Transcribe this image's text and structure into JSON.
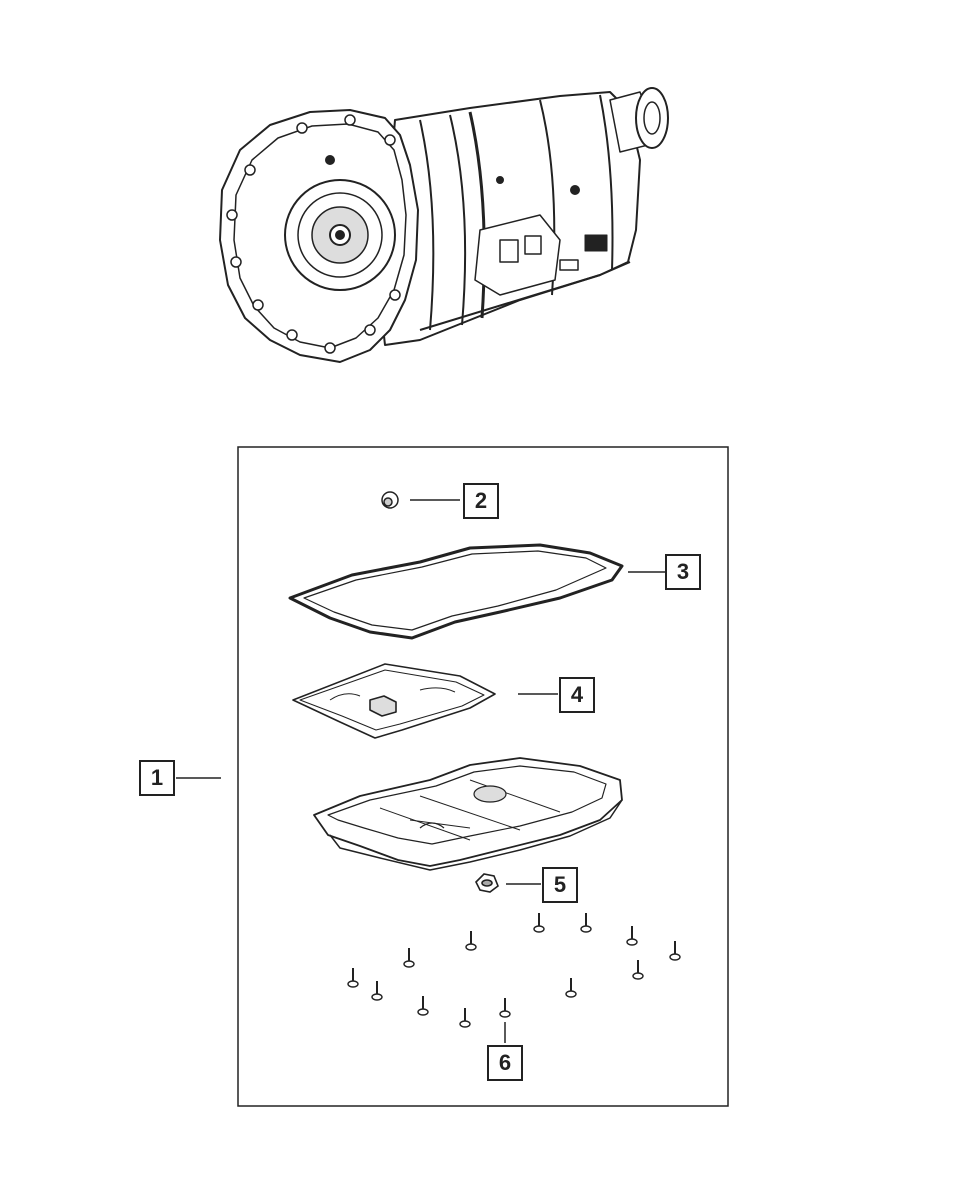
{
  "diagram": {
    "callouts": {
      "c1": "1",
      "c2": "2",
      "c3": "3",
      "c4": "4",
      "c5": "5",
      "c6": "6"
    },
    "parts": {
      "transmission": "transmission-assembly",
      "plug": "plug",
      "gasket": "pan-gasket",
      "filter": "transmission-filter",
      "pan": "transmission-oil-pan",
      "drain_plug": "drain-plug",
      "bolts": "pan-bolts"
    },
    "colors": {
      "line": "#222222",
      "background": "#ffffff"
    }
  }
}
